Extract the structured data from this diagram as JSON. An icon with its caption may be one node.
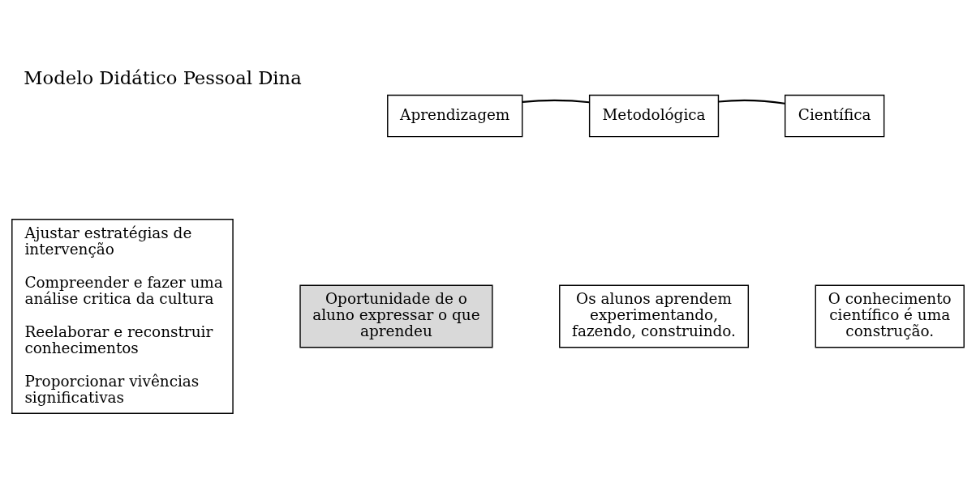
{
  "diagram": {
    "title": "Modelo Didático Pessoal Dina",
    "nodes": [
      {
        "text": [
          "Aprendizagem"
        ]
      },
      {
        "text": [
          "Metodológica"
        ]
      },
      {
        "text": [
          "Científica"
        ]
      },
      {
        "text": [
          "Ajustar estratégias de intervenção",
          "Compreender e fazer uma análise critica da cultura",
          "Reelaborar e reconstruir conhecimentos",
          "Proporcionar vivências significativas"
        ]
      },
      {
        "text": [
          "Oportunidade de o aluno expressar o que aprendeu"
        ]
      },
      {
        "text": [
          "Os alunos aprendem experimentando, fazendo, construindo."
        ]
      },
      {
        "text": [
          "O conhecimento científico é uma construção."
        ]
      }
    ],
    "edges": [
      {
        "from": 0,
        "to": 1,
        "arrow": "none"
      },
      {
        "from": 1,
        "to": 2,
        "arrow": "none"
      }
    ]
  }
}
